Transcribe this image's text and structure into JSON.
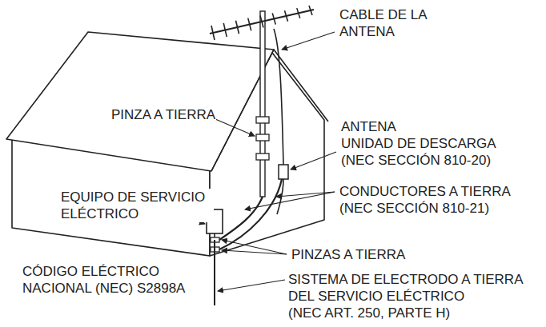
{
  "diagram": {
    "labels": [
      "CABLE DE LA ANTENA",
      "PINZA A TIERRA",
      "ANTENA UNIDAD DE DESCARGA (NEC SECCIÓN 810-20)",
      "EQUIPO DE SERVICIO ELÉCTRICO",
      "CONDUCTORES A TIERRA (NEC SECCIÓN 810-21)",
      "PINZAS A TIERRA",
      "CÓDIGO ELÉCTRICO NACIONAL (NEC) S2898A",
      "SISTEMA DE ELECTRODO A TIERRA DEL SERVICIO ELÉCTRICO (NEC ART. 250, PARTE H)"
    ]
  }
}
